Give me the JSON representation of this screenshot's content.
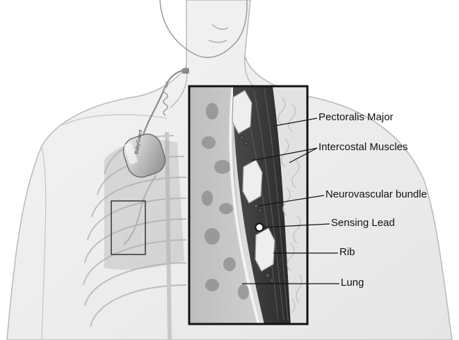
{
  "diagram": {
    "labels": {
      "pectoralis_major": "Pectoralis Major",
      "intercostal_muscles": "Intercostal Muscles",
      "neurovascular_bundle": "Neurovascular bundle",
      "sensing_lead": "Sensing Lead",
      "rib": "Rib",
      "lung": "Lung"
    },
    "device_text": "BabyGuard"
  }
}
